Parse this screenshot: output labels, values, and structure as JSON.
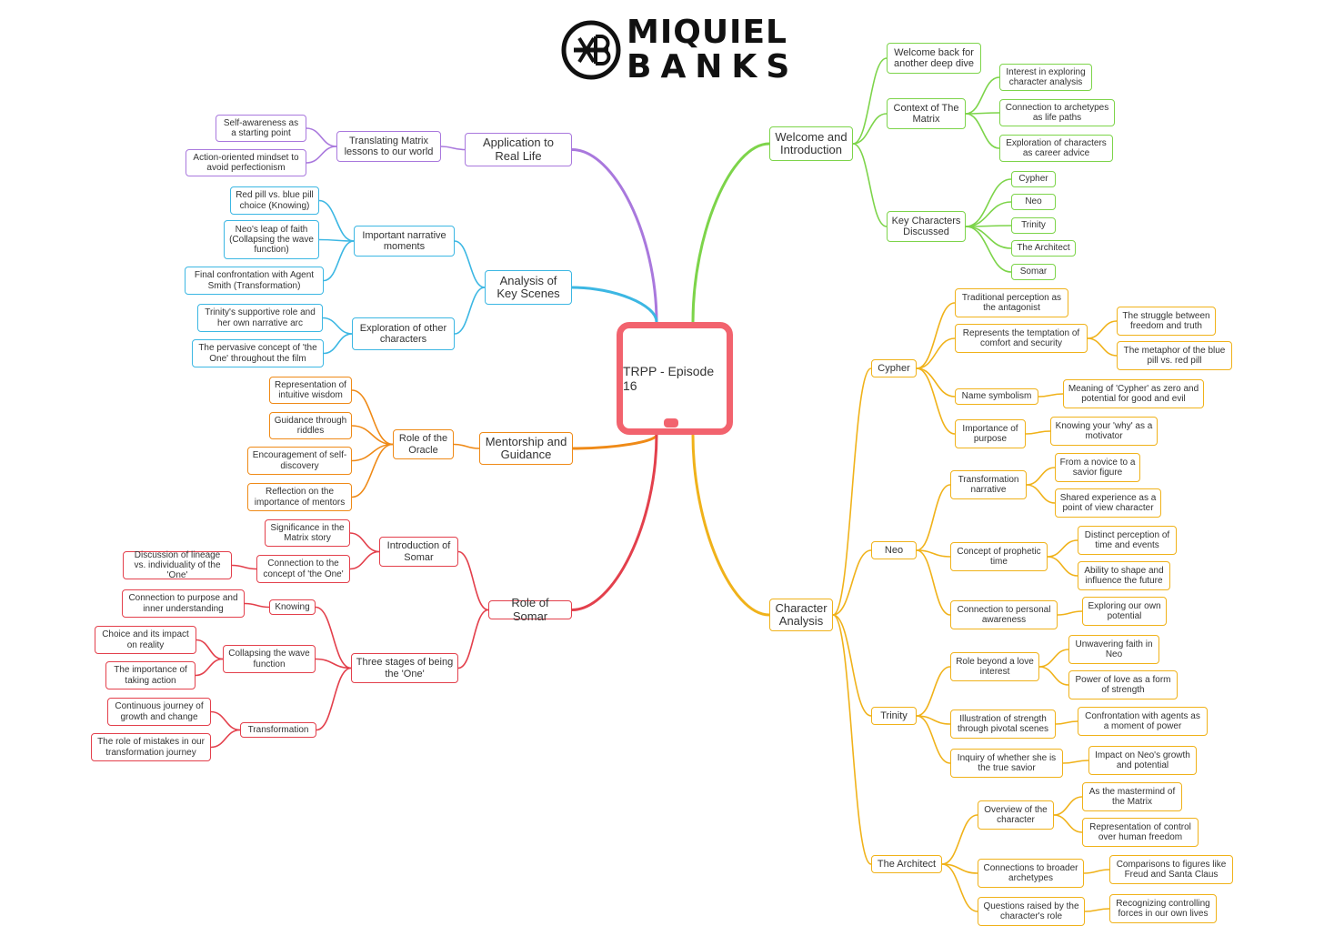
{
  "brand": {
    "line1": "MIQUIEL",
    "line2": "BANKS"
  },
  "colors": {
    "center": "#f2636e",
    "welcome": "#7dd44a",
    "character": "#f0b21a",
    "somar": "#e3404c",
    "mentorship": "#ef8a17",
    "scenes": "#3cb7e3",
    "application": "#a978dd"
  },
  "center": {
    "label": "TRPP - Episode 16"
  },
  "branches": [
    {
      "label": "Welcome and Introduction",
      "color_key": "welcome",
      "children": [
        {
          "label": "Welcome back for another deep dive"
        },
        {
          "label": "Context of The Matrix",
          "children": [
            {
              "label": "Interest in exploring character analysis"
            },
            {
              "label": "Connection to archetypes as life paths"
            },
            {
              "label": "Exploration of characters as career advice"
            }
          ]
        },
        {
          "label": "Key Characters Discussed",
          "children": [
            {
              "label": "Cypher"
            },
            {
              "label": "Neo"
            },
            {
              "label": "Trinity"
            },
            {
              "label": "The Architect"
            },
            {
              "label": "Somar"
            }
          ]
        }
      ]
    },
    {
      "label": "Character Analysis",
      "color_key": "character",
      "children": [
        {
          "label": "Cypher",
          "children": [
            {
              "label": "Traditional perception as the antagonist"
            },
            {
              "label": "Represents the temptation of comfort and security",
              "children": [
                {
                  "label": "The struggle between freedom and truth"
                },
                {
                  "label": "The metaphor of the blue pill vs. red pill"
                }
              ]
            },
            {
              "label": "Name symbolism",
              "children": [
                {
                  "label": "Meaning of 'Cypher' as zero and potential for good and evil"
                }
              ]
            },
            {
              "label": "Importance of purpose",
              "children": [
                {
                  "label": "Knowing your 'why' as a motivator"
                }
              ]
            }
          ]
        },
        {
          "label": "Neo",
          "children": [
            {
              "label": "Transformation narrative",
              "children": [
                {
                  "label": "From a novice to a savior figure"
                },
                {
                  "label": "Shared experience as a point of view character"
                }
              ]
            },
            {
              "label": "Concept of prophetic time",
              "children": [
                {
                  "label": "Distinct perception of time and events"
                },
                {
                  "label": "Ability to shape and influence the future"
                }
              ]
            },
            {
              "label": "Connection to personal awareness",
              "children": [
                {
                  "label": "Exploring our own potential"
                }
              ]
            }
          ]
        },
        {
          "label": "Trinity",
          "children": [
            {
              "label": "Role beyond a love interest",
              "children": [
                {
                  "label": "Unwavering faith in Neo"
                },
                {
                  "label": "Power of love as a form of strength"
                }
              ]
            },
            {
              "label": "Illustration of strength through pivotal scenes",
              "children": [
                {
                  "label": "Confrontation with agents as a moment of power"
                }
              ]
            },
            {
              "label": "Inquiry of whether she is the true savior",
              "children": [
                {
                  "label": "Impact on Neo's growth and potential"
                }
              ]
            }
          ]
        },
        {
          "label": "The Architect",
          "children": [
            {
              "label": "Overview of the character",
              "children": [
                {
                  "label": "As the mastermind of the Matrix"
                },
                {
                  "label": "Representation of control over human freedom"
                }
              ]
            },
            {
              "label": "Connections to broader archetypes",
              "children": [
                {
                  "label": "Comparisons to figures like Freud and Santa Claus"
                }
              ]
            },
            {
              "label": "Questions raised by the character's role",
              "children": [
                {
                  "label": "Recognizing controlling forces in our own lives"
                }
              ]
            }
          ]
        }
      ]
    },
    {
      "label": "Application to Real Life",
      "color_key": "application",
      "children": [
        {
          "label": "Translating Matrix lessons to our world",
          "children": [
            {
              "label": "Self-awareness as a starting point"
            },
            {
              "label": "Action-oriented mindset to avoid perfectionism"
            }
          ]
        }
      ]
    },
    {
      "label": "Analysis of Key Scenes",
      "color_key": "scenes",
      "children": [
        {
          "label": "Important narrative moments",
          "children": [
            {
              "label": "Red pill vs. blue pill choice (Knowing)"
            },
            {
              "label": "Neo's leap of faith (Collapsing the wave function)"
            },
            {
              "label": "Final confrontation with Agent Smith (Transformation)"
            }
          ]
        },
        {
          "label": "Exploration of other characters",
          "children": [
            {
              "label": "Trinity's supportive role and her own narrative arc"
            },
            {
              "label": "The pervasive concept of 'the One' throughout the film"
            }
          ]
        }
      ]
    },
    {
      "label": "Mentorship and Guidance",
      "color_key": "mentorship",
      "children": [
        {
          "label": "Role of the Oracle",
          "children": [
            {
              "label": "Representation of intuitive wisdom"
            },
            {
              "label": "Guidance through riddles"
            },
            {
              "label": "Encouragement of self-discovery"
            },
            {
              "label": "Reflection on the importance of mentors"
            }
          ]
        }
      ]
    },
    {
      "label": "Role of Somar",
      "color_key": "somar",
      "children": [
        {
          "label": "Introduction of Somar",
          "children": [
            {
              "label": "Significance in the Matrix story"
            },
            {
              "label": "Connection to the concept of 'the One'",
              "children": [
                {
                  "label": "Discussion of lineage vs. individuality of the 'One'"
                }
              ]
            }
          ]
        },
        {
          "label": "Three stages of being the 'One'",
          "children": [
            {
              "label": "Knowing",
              "children": [
                {
                  "label": "Connection to purpose and inner understanding"
                }
              ]
            },
            {
              "label": "Collapsing the wave function",
              "children": [
                {
                  "label": "Choice and its impact on reality"
                },
                {
                  "label": "The importance of taking action"
                }
              ]
            },
            {
              "label": "Transformation",
              "children": [
                {
                  "label": "Continuous journey of growth and change"
                },
                {
                  "label": "The role of mistakes in our transformation journey"
                }
              ]
            }
          ]
        }
      ]
    }
  ]
}
